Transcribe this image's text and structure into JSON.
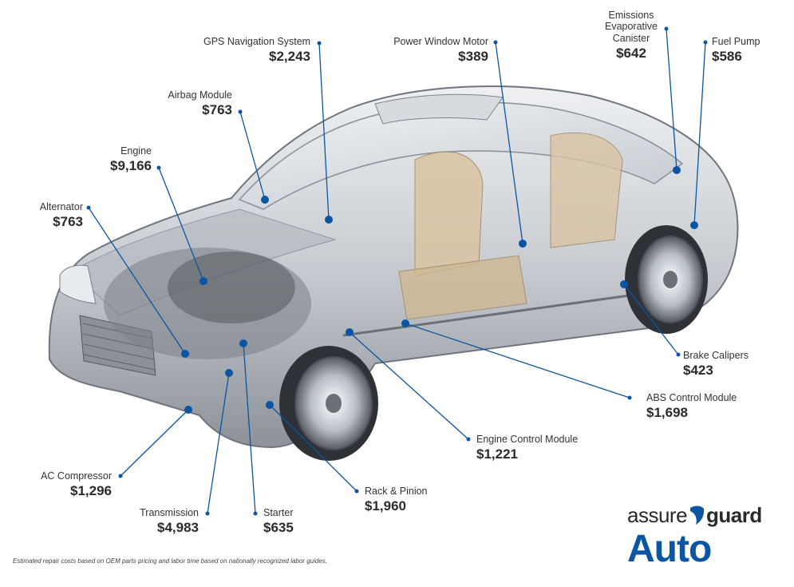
{
  "callouts": [
    {
      "id": "gps",
      "name": "GPS Navigation System",
      "price": "$2,243"
    },
    {
      "id": "window",
      "name": "Power Window Motor",
      "price": "$389"
    },
    {
      "id": "emissions",
      "name_lines": [
        "Emissions",
        "Evaporative",
        "Canister"
      ],
      "price": "$642"
    },
    {
      "id": "fuel",
      "name": "Fuel Pump",
      "price": "$586"
    },
    {
      "id": "airbag",
      "name": "Airbag Module",
      "price": "$763"
    },
    {
      "id": "engine",
      "name": "Engine",
      "price": "$9,166"
    },
    {
      "id": "alternator",
      "name": "Alternator",
      "price": "$763"
    },
    {
      "id": "brake",
      "name": "Brake Calipers",
      "price": "$423"
    },
    {
      "id": "abs",
      "name": "ABS Control Module",
      "price": "$1,698"
    },
    {
      "id": "ecm",
      "name": "Engine Control Module",
      "price": "$1,221"
    },
    {
      "id": "ac",
      "name": "AC Compressor",
      "price": "$1,296"
    },
    {
      "id": "rack",
      "name": "Rack & Pinion",
      "price": "$1,960"
    },
    {
      "id": "transmission",
      "name": "Transmission",
      "price": "$4,983"
    },
    {
      "id": "starter",
      "name": "Starter",
      "price": "$635"
    }
  ],
  "footnote": "Estimated repair costs based on OEM parts pricing and labor time based on nationally recognized labor guides.",
  "logo": {
    "word1": "assure",
    "word2": "guard",
    "word3": "Auto"
  },
  "colors": {
    "accent": "#0b55a3",
    "leader": "#0b55a3",
    "car_body": "#c9ccd1"
  }
}
